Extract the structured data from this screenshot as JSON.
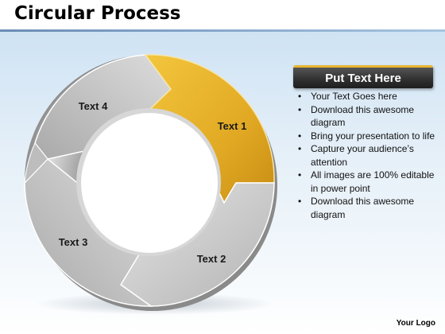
{
  "title": "Circular Process",
  "diagram": {
    "segments": [
      {
        "label": "Text 1",
        "color": "#e8b32b"
      },
      {
        "label": "Text 2",
        "color": "#c8c8c8"
      },
      {
        "label": "Text 3",
        "color": "#bdbdbd"
      },
      {
        "label": "Text 4",
        "color": "#c4c4c4"
      }
    ]
  },
  "panel": {
    "header": "Put Text Here",
    "bullets": [
      "Your Text Goes here",
      "Download this awesome diagram",
      "Bring your presentation to life",
      "Capture your audience’s attention",
      "All images are 100% editable in power point",
      "Download this awesome diagram"
    ]
  },
  "logo": "Your Logo"
}
